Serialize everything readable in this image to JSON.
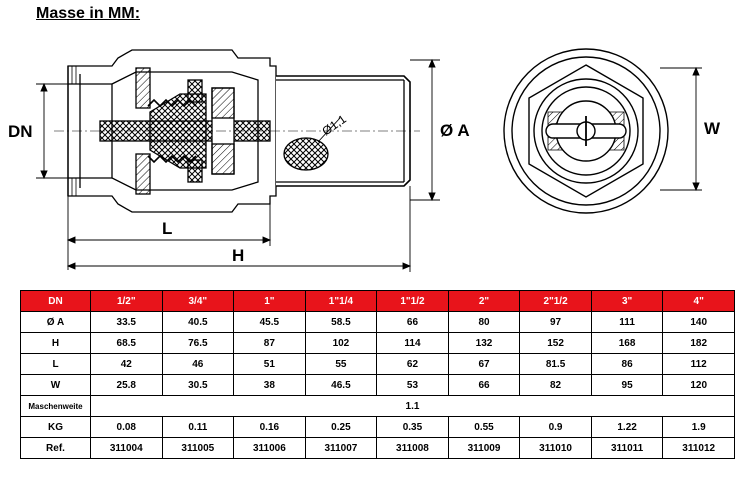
{
  "title": "Masse in MM:",
  "drawing_labels": {
    "dn": "DN",
    "a": "Ø A",
    "l": "L",
    "h": "H",
    "w": "W",
    "mesh": "Ø1,1"
  },
  "table": {
    "header_label": "DN",
    "sizes": [
      "1/2\"",
      "3/4\"",
      "1\"",
      "1\"1/4",
      "1\"1/2",
      "2\"",
      "2\"1/2",
      "3\"",
      "4\""
    ],
    "rows": [
      {
        "label": "Ø A",
        "values": [
          "33.5",
          "40.5",
          "45.5",
          "58.5",
          "66",
          "80",
          "97",
          "111",
          "140"
        ]
      },
      {
        "label": "H",
        "values": [
          "68.5",
          "76.5",
          "87",
          "102",
          "114",
          "132",
          "152",
          "168",
          "182"
        ]
      },
      {
        "label": "L",
        "values": [
          "42",
          "46",
          "51",
          "55",
          "62",
          "67",
          "81.5",
          "86",
          "112"
        ]
      },
      {
        "label": "W",
        "values": [
          "25.8",
          "30.5",
          "38",
          "46.5",
          "53",
          "66",
          "82",
          "95",
          "120"
        ]
      }
    ],
    "mesh_row": {
      "label": "Maschenweite",
      "value": "1.1"
    },
    "tail_rows": [
      {
        "label": "KG",
        "values": [
          "0.08",
          "0.11",
          "0.16",
          "0.25",
          "0.35",
          "0.55",
          "0.9",
          "1.22",
          "1.9"
        ]
      },
      {
        "label": "Ref.",
        "values": [
          "311004",
          "311005",
          "311006",
          "311007",
          "311008",
          "311009",
          "311010",
          "311011",
          "311012"
        ]
      }
    ]
  },
  "colors": {
    "header_bg": "#e8141b",
    "header_text": "#ffffff"
  }
}
